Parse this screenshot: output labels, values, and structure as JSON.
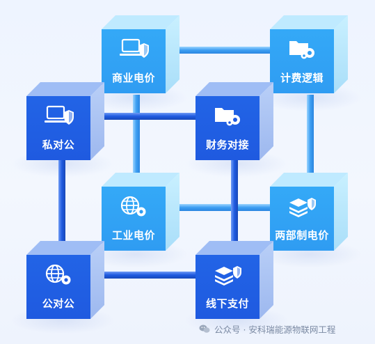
{
  "nodes": [
    {
      "id": "commercial",
      "label": "商业电价",
      "icon": "laptop-shield-icon",
      "style": "light"
    },
    {
      "id": "billing",
      "label": "计费逻辑",
      "icon": "folder-gear-icon",
      "style": "light"
    },
    {
      "id": "private",
      "label": "私对公",
      "icon": "laptop-shield-icon",
      "style": "dark"
    },
    {
      "id": "finance",
      "label": "财务对接",
      "icon": "folder-gear-icon",
      "style": "dark"
    },
    {
      "id": "industrial",
      "label": "工业电价",
      "icon": "globe-gear-icon",
      "style": "light"
    },
    {
      "id": "two-part",
      "label": "两部制电价",
      "icon": "stack-shield-icon",
      "style": "light"
    },
    {
      "id": "public",
      "label": "公对公",
      "icon": "globe-gear-icon",
      "style": "dark"
    },
    {
      "id": "offline",
      "label": "线下支付",
      "icon": "stack-shield-icon",
      "style": "dark"
    }
  ],
  "colors": {
    "light_front": "#2f9cf2",
    "dark_front": "#1f5ae0",
    "pipe_light": "#4aa8f5",
    "pipe_dark": "#1f5ae0",
    "background": "#f0f5fe"
  },
  "watermark": {
    "text": "公众号 · 安科瑞能源物联网工程",
    "icon": "wechat-icon"
  }
}
